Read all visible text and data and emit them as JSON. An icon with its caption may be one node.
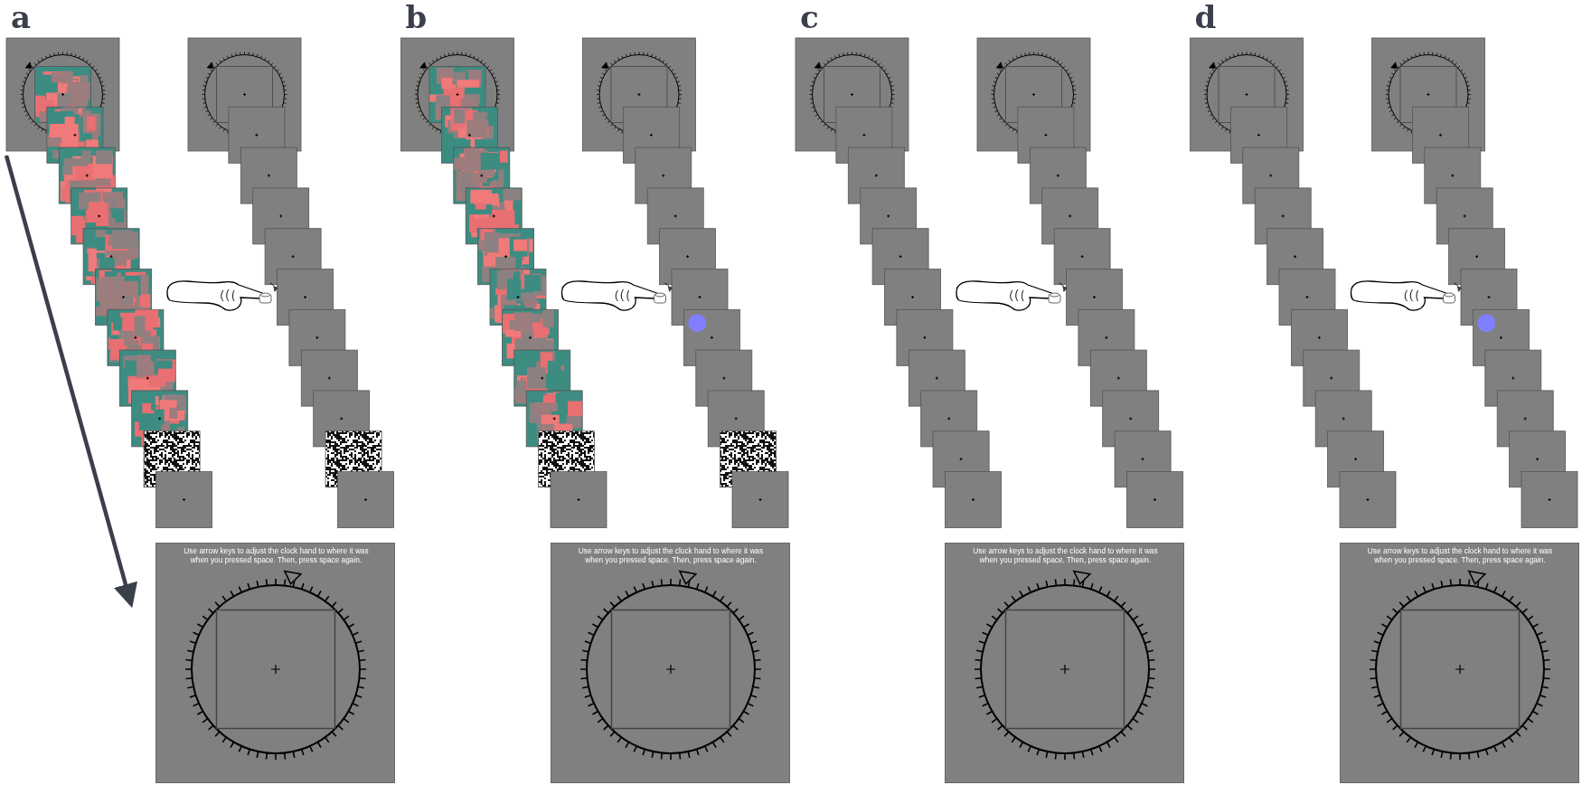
{
  "diagram": {
    "nodes": [
      {
        "text": [
          "Use arrow keys to adjust the clock hand to where it was when you pressed space. Then, press space again."
        ]
      },
      {
        "text": [
          "Use arrow keys to adjust the clock hand to where it was when you pressed space. Then, press space again."
        ]
      },
      {
        "text": [
          "Use arrow keys to adjust the clock hand to where it was when you pressed space. Then, press space again."
        ]
      },
      {
        "text": [
          "Use arrow keys to adjust the clock hand to where it was when you pressed space. Then, press space again."
        ]
      }
    ],
    "labels": [
      "a",
      "b",
      "c",
      "d"
    ]
  }
}
